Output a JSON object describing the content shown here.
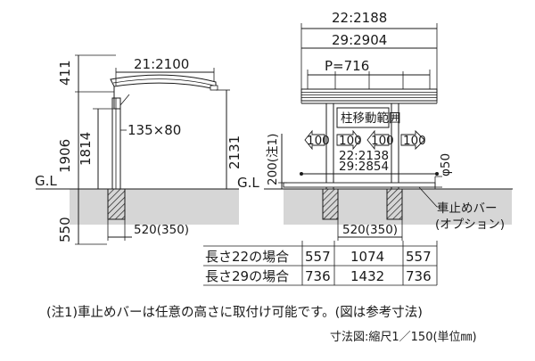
{
  "side_view": {
    "roof_height": "411",
    "beam_height": "1906",
    "post_height": "1814",
    "eave_height": "2131",
    "span_label": "21:2100",
    "post_section": "135×80",
    "ground_label": "G.L",
    "foundation_depth": "550",
    "foundation_width": "520(350)"
  },
  "front_view": {
    "width_22": "22:2188",
    "width_29": "29:2904",
    "pitch": "P=716",
    "post_move_range": "柱移動範囲",
    "offset_left": "100",
    "offset_inner_left": "100",
    "offset_inner_right": "100",
    "offset_right": "100",
    "inner_width_22": "22:2138",
    "inner_width_29": "29:2854",
    "stopper_height": "200(注1)",
    "bar_diameter": "φ50",
    "ground_label": "G.L",
    "foundation_width": "520(350)",
    "wheel_stopper_label": "車止めバー",
    "option_label": "(オプション)"
  },
  "table": {
    "rows": [
      {
        "label": "長さ22の場合",
        "a": "557",
        "b": "1074",
        "c": "557"
      },
      {
        "label": "長さ29の場合",
        "a": "736",
        "b": "1432",
        "c": "736"
      }
    ]
  },
  "note": "(注1)車止めバーは任意の高さに取付け可能です。(図は参考寸法)",
  "scale": "寸法図:縮尺1／150(単位㎜)"
}
